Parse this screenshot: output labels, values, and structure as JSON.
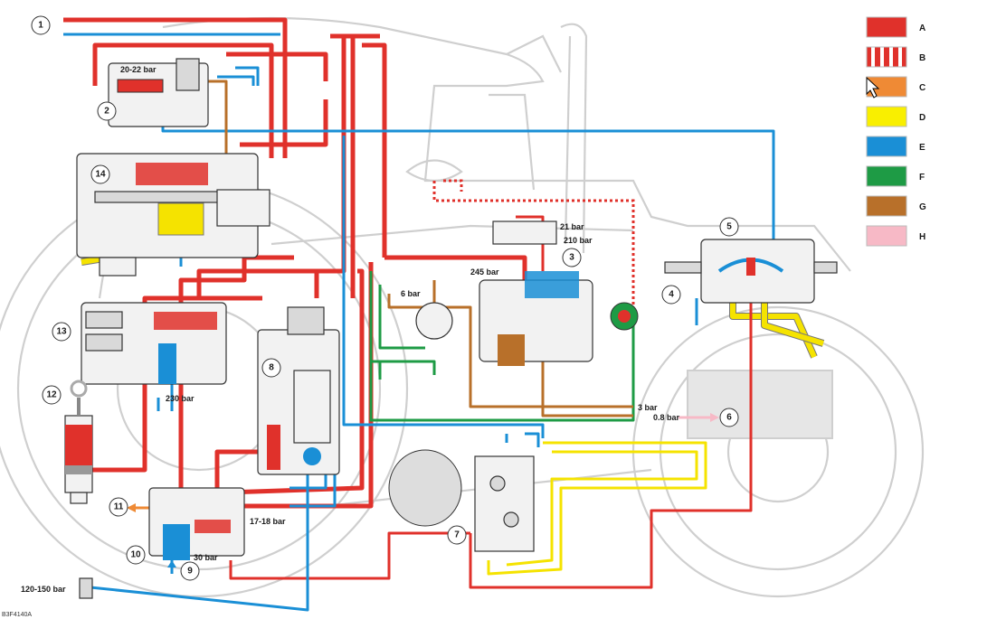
{
  "callouts": [
    {
      "n": "1"
    },
    {
      "n": "2"
    },
    {
      "n": "3"
    },
    {
      "n": "4"
    },
    {
      "n": "5"
    },
    {
      "n": "6"
    },
    {
      "n": "7"
    },
    {
      "n": "8"
    },
    {
      "n": "9"
    },
    {
      "n": "10"
    },
    {
      "n": "11"
    },
    {
      "n": "12"
    },
    {
      "n": "13"
    },
    {
      "n": "14"
    }
  ],
  "pressures": {
    "p2022": "20-22 bar",
    "p21": "21 bar",
    "p210": "210 bar",
    "p245": "245 bar",
    "p6": "6 bar",
    "p230": "230 bar",
    "p3": "3 bar",
    "p08": "0.8 bar",
    "p1718": "17-18 bar",
    "p30": "30 bar",
    "p120150": "120-150 bar"
  },
  "legend": [
    {
      "key": "A",
      "color": "#e0312b",
      "pattern": "solid"
    },
    {
      "key": "B",
      "color": "#e0312b",
      "pattern": "striped"
    },
    {
      "key": "C",
      "color": "#ef8a35",
      "pattern": "solid"
    },
    {
      "key": "D",
      "color": "#f9ef00",
      "pattern": "solid"
    },
    {
      "key": "E",
      "color": "#1a8fd6",
      "pattern": "solid"
    },
    {
      "key": "F",
      "color": "#1e9b45",
      "pattern": "solid"
    },
    {
      "key": "G",
      "color": "#b8702a",
      "pattern": "solid"
    },
    {
      "key": "H",
      "color": "#f7b9c6",
      "pattern": "solid"
    }
  ],
  "figure_code": "B3F4140A"
}
